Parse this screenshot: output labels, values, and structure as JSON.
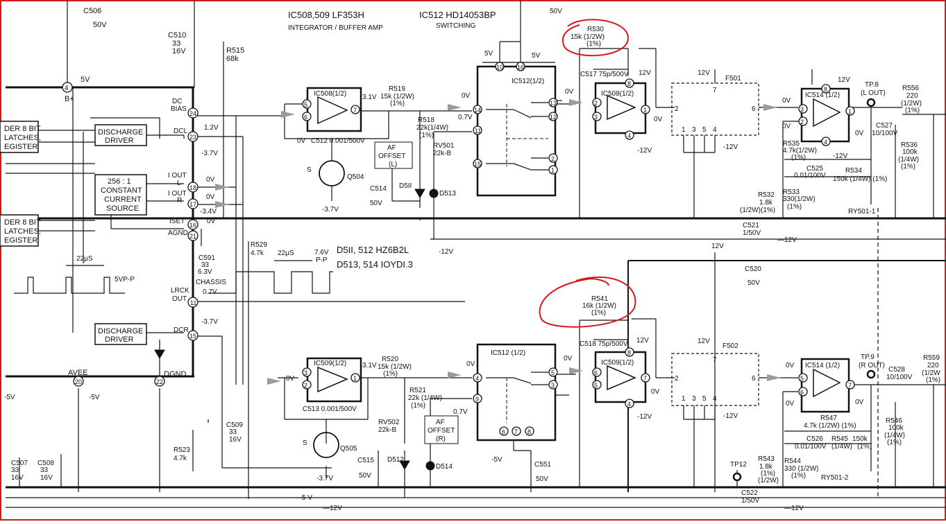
{
  "header": {
    "ic508_509": "IC508,509  LF353H",
    "ic508_509_sub": "INTEGRATOR / BUFFER AMP",
    "ic512": "IC512  HD14053BP",
    "ic512_sub": "SWITCHING"
  },
  "left": {
    "c506": "C506",
    "c506_v": "50V",
    "c510": "C510",
    "c510_v1": "33",
    "c510_v2": "16V",
    "r515": "R515",
    "r515_v": "68k",
    "pin4": "4",
    "bplus": "B+",
    "v5": "5V",
    "dc_bias": "DC",
    "dc_bias2": "BIAS",
    "dcl": "DCL",
    "dcr": "DCR",
    "iout_l": "I OUT",
    "iout_l2": "L",
    "iout_r": "I OUT",
    "iout_r2": "R",
    "iset": "ISET",
    "agnd": "AGND",
    "lrck": "LRCK",
    "lrck2": "OUT",
    "dgnd": "DGND",
    "avee": "AVEE",
    "chassis": "CHASSIS",
    "p24": "24",
    "p23": "23",
    "p18": "18",
    "p17": "17",
    "p16": "16",
    "p21": "21",
    "p11": "11",
    "p15": "15",
    "p22": "22",
    "p20": "20",
    "v_1_2": "1.2V",
    "v_m3_7": "-3.7V",
    "v_0a": "0V",
    "v_0b": "0V",
    "v_m3_4": "-3.4V",
    "v_0c": "0V",
    "v_0_7": "0.7V",
    "v_m3_7b": "-3.7V",
    "v_m5": "-5V",
    "v_m5b": "-5V",
    "latch1a": "DER 8 BIT",
    "latch1b": "LATCHES,",
    "latch1c": "EGISTER",
    "latch2a": "DER 8 BIT",
    "latch2b": "LATCHES,",
    "latch2c": "EGISTER",
    "discharge1a": "DISCHARGE",
    "discharge1b": "DRIVER",
    "discharge2a": "DISCHARGE",
    "discharge2b": "DRIVER",
    "ccs1": "256 : 1",
    "ccs2": "CONSTANT",
    "ccs3": "CURRENT",
    "ccs4": "SOURCE",
    "t22": "22μS",
    "t22b": "22μS",
    "vpp": "5VP-P",
    "c591": "C591",
    "c591_v1": "33",
    "c591_v2": "6.3V",
    "r529": "R529",
    "r529_v": "4.7k",
    "vpp2": "7.6V",
    "vpp2b": "P-P",
    "c507": "C507",
    "c507_v1": "33",
    "c507_v2": "16V",
    "c508": "C508",
    "c508_v1": "33",
    "c508_v2": "16V",
    "c509": "C509",
    "c509_v1": "33",
    "c509_v2": "16V",
    "r523": "R523",
    "r523_v": "4.7k"
  },
  "middle": {
    "diodes1": "D5II, 512    HZ6B2L",
    "diodes2": "D513, 514    IOYDI.3",
    "ic508": "IC508(1/2)",
    "ic509": "IC509(1/2)",
    "p5": "5",
    "p6": "6",
    "p7": "7",
    "p3": "3",
    "p2": "2",
    "p1": "1",
    "v3_1": "3.1V",
    "v3_1b": "3.1V",
    "v0_in": "0V",
    "v0_in2": "0V",
    "r519": "R519",
    "r519_v": "15k (1/2W)",
    "r519_t": "(1%)",
    "r520": "R520",
    "r520_v": "15k (1/2W)",
    "r520_t": "(1%)",
    "r518": "R518",
    "r518_v": "22k(1/4W)",
    "r518_t": "(1%)",
    "r521": "R521",
    "r521_v": "22k (1/4W)",
    "r521_t": "(1%)",
    "c512": "C512  0.001/500V",
    "c513": "C513  0.001/500V",
    "q504": "Q504",
    "q505": "Q505",
    "s1": "S",
    "s2": "S",
    "vm37a": "-3.7V",
    "vm37b": "-3.7V",
    "af1a": "AF",
    "af1b": "OFFSET",
    "af1c": "(L)",
    "af2a": "AF",
    "af2b": "OFFSET",
    "af2c": "(R)",
    "rv501": "RV501",
    "rv501_v": "22k-B",
    "rv502": "RV502",
    "rv502_v": "22k-B",
    "c514": "C514",
    "c514_v": "50V",
    "c515": "C515",
    "c515_v": "50V",
    "d511": "D5II",
    "d512": "D512",
    "d513": "D513",
    "d514": "D514",
    "vm12": "-12V"
  },
  "switch": {
    "ic512a": "IC512(1/2)",
    "ic512b": "IC512 (1/2)",
    "p10": "10",
    "p16": "16",
    "p14": "14",
    "p13": "13",
    "p11": "11",
    "p12": "12",
    "p2": "2",
    "p1": "1",
    "p15": "15",
    "q4": "4",
    "q5": "5",
    "q9": "9",
    "q3": "3",
    "q6": "6",
    "q7": "7",
    "q8": "8",
    "v5a": "5V",
    "v5b": "5V",
    "v0a": "0V",
    "v0b": "0V",
    "v07a": "0.7V",
    "v0c": "0V",
    "v0d": "0V",
    "v07b": "0.7V",
    "vm5": "-5V",
    "c551": "C551",
    "c551_v": "50V",
    "v50top": "50V"
  },
  "buffer": {
    "r530": "R530",
    "r530_v": "15k (1/2W)",
    "r530_t": "(1%)",
    "r541": "R541",
    "r541_v": "16k (1/2W)",
    "r541_t": "(1%)",
    "c517": "C517  75p/500V",
    "c518": "C518  75p/500V",
    "ic508b": "IC508(1/2)",
    "ic509b": "IC509(1/2)",
    "p8": "8",
    "p2": "2",
    "p3": "3",
    "p1": "1",
    "p4": "4",
    "q8": "8",
    "q6": "6",
    "q5": "5",
    "q7": "7",
    "q4": "4",
    "v12a": "12V",
    "v12b": "12V",
    "vm12a": "-12V",
    "vm12b": "-12V",
    "v0a": "0V",
    "v0b": "0V"
  },
  "filter": {
    "f501": "F501",
    "f502": "F502",
    "a7": "7",
    "a2": "2",
    "a6": "6",
    "a1": "1",
    "a3": "3",
    "a5": "5",
    "a4": "4",
    "b7": "7",
    "b2": "2",
    "b6": "6",
    "b1": "1",
    "b3": "3",
    "b5": "5",
    "b4": "4",
    "v12a": "12V",
    "v12b": "12V",
    "vm12a": "-12V",
    "vm12b": "-12V",
    "v12c": "12V",
    "c520": "C520",
    "c520_v": "50V",
    "c521": "C521",
    "c521_v": "1/50V",
    "c522": "C522",
    "c522_v": "1/50V",
    "rail1": "—12V",
    "rail2": "—12V",
    "rail3": "—12V",
    "rail5v": "—5 V"
  },
  "output": {
    "ic514a": "IC514 (1/2)",
    "ic514b": "IC514 (1/2)",
    "p8": "8",
    "p3": "3",
    "p2": "2",
    "p1": "1",
    "p4": "4",
    "q5": "5",
    "q6": "6",
    "q7": "7",
    "tp8": "TP.8",
    "tp8b": "(L OUT)",
    "tp9": "TP.9",
    "tp9b": "(R OUT)",
    "tp12": "TP12",
    "v12": "12V",
    "v0a": "0V",
    "v0b": "0V",
    "v0c": "0V",
    "vm12": "-12V",
    "v0d": "0V",
    "v0e": "0V",
    "v0f": "0V",
    "r556": "R556",
    "r556_v": "220",
    "r556_w": "(1/2W)",
    "r556_t": "(1%)",
    "r559": "R559",
    "r559_v": "220",
    "r559_w": "(1/2W",
    "r559_t": "(1%)",
    "c527": "C527",
    "c527_v": "10/100V",
    "c528": "C528",
    "c528_v": "10/100V",
    "r536": "R536",
    "r536_v": "100k",
    "r536_w": "(1/4W)",
    "r536_t": "(1%)",
    "r546": "R546",
    "r546_v": "100k",
    "r546_w": "(1/4W)",
    "r546_t": "(1%)",
    "r535": "R535",
    "r535_v": "4.7k(1/2W)",
    "r535_t": "(1%)",
    "r547": "R547",
    "r547_v": "4.7k (1/2W) (1%)",
    "c525": "C525",
    "c525_v": "0.01/100V",
    "c526": "C526",
    "c526_v": "0.01/100V",
    "r534": "R534",
    "r534_v": "150k (1/4W)  (1%)",
    "r545": "R545",
    "r545_v": "150k",
    "r545_w": "(1/4W)",
    "r545_t": "(1%)",
    "r532": "R532",
    "r532_v": "1.8k",
    "r532_w": "(1/2W)(1%)",
    "r533": "R533",
    "r533_v": "330(1/2W)",
    "r533_t": "(1%)",
    "r543": "R543",
    "r543_v": "1.8k",
    "r543_w": "(1%)",
    "r543_t": "(1/2W)",
    "r544": "R544",
    "r544_v": "330 (1/2W)",
    "r544_t": "(1%)",
    "ry501_1": "RY501-1",
    "ry501_2": "RY501-2"
  }
}
